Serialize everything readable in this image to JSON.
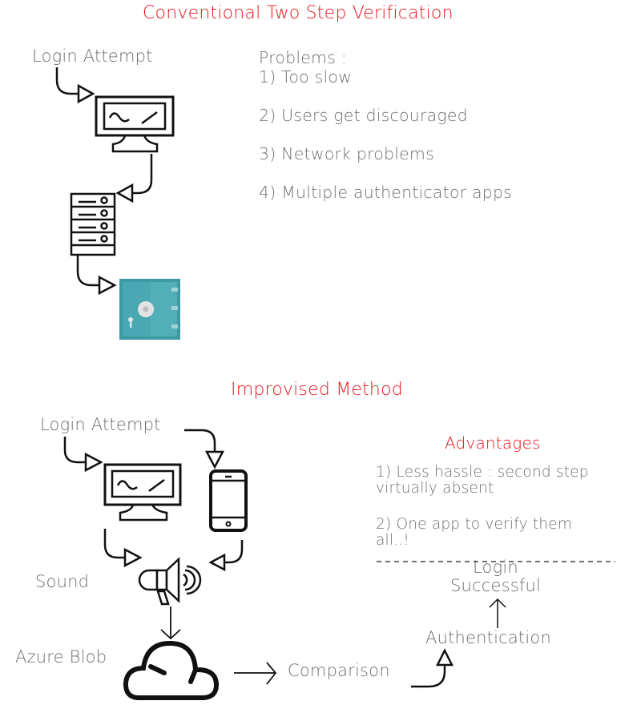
{
  "section1": {
    "title": "Conventional Two Step Verification",
    "login_label": "Login Attempt",
    "problems_heading": "Problems :",
    "problems": [
      "1) Too slow",
      "2) Users get discouraged",
      "3) Network problems",
      "4) Multiple authenticator apps"
    ],
    "icons": [
      "desktop-monitor-icon",
      "server-rack-icon",
      "safe-vault-icon"
    ]
  },
  "section2": {
    "title": "Improvised Method",
    "login_label": "Login Attempt",
    "sound_label": "Sound",
    "azure_label": "Azure Blob",
    "comparison_label": "Comparison",
    "authentication_label": "Authentication",
    "login_successful_line1": "Login",
    "login_successful_line2": "Successful",
    "advantages_heading": "Advantages",
    "advantages": [
      {
        "line1": "1) Less hassle : second step",
        "line2": "virtually absent"
      },
      {
        "line1": "2) One app to verify them",
        "line2": "all..!"
      }
    ],
    "icons": [
      "desktop-monitor-icon",
      "smartphone-icon",
      "megaphone-icon",
      "cloud-icon"
    ]
  },
  "colors": {
    "heading_red": "#e8141b",
    "text_gray": "#6f6f6f",
    "safe_teal": "#4aa3ad"
  }
}
